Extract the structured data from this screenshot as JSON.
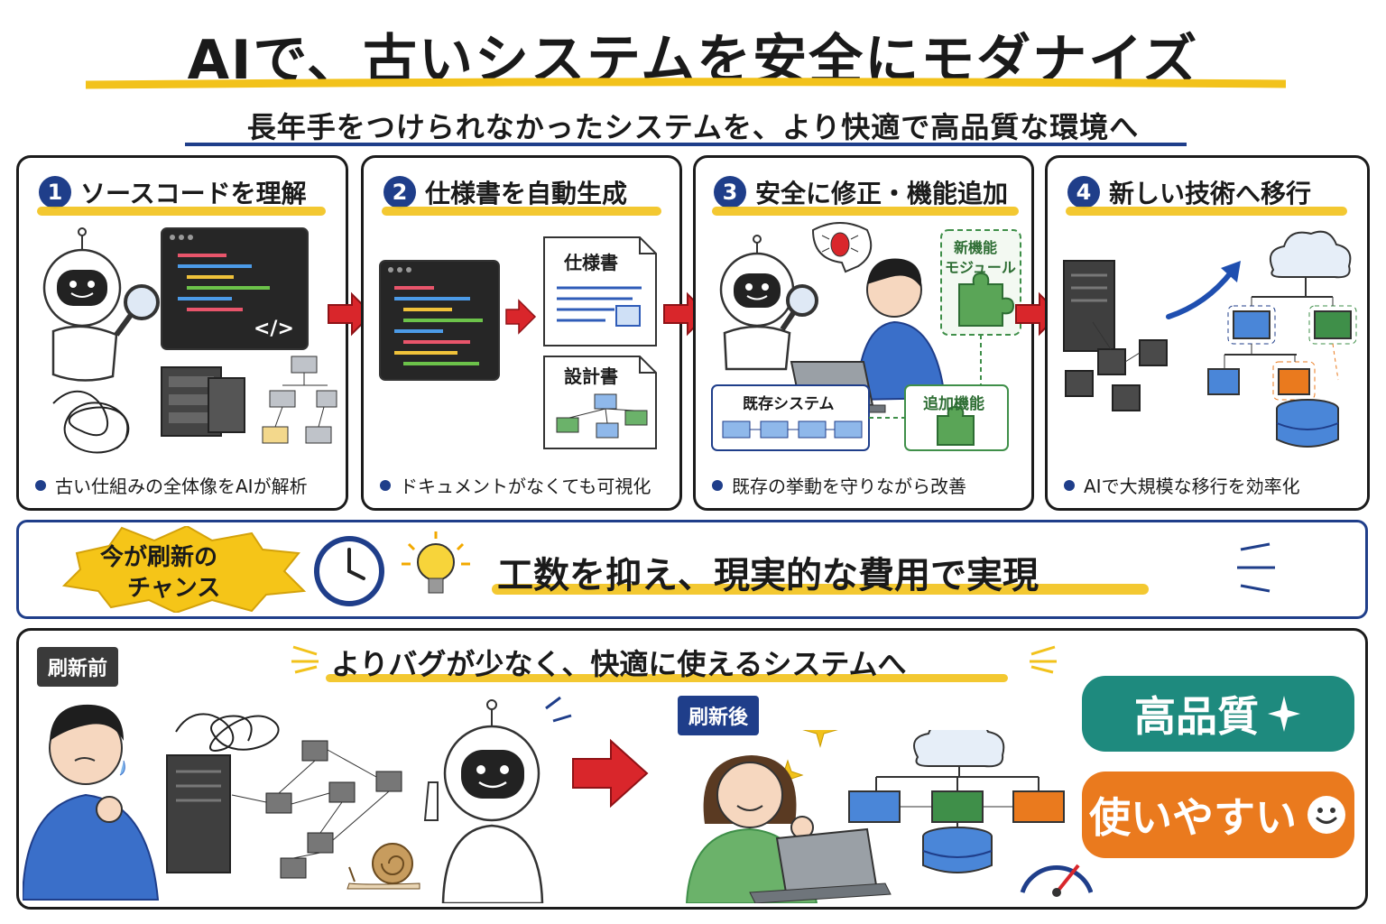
{
  "header": {
    "title": "AIで、古いシステムを安全にモダナイズ",
    "subtitle": "長年手をつけられなかったシステムを、より快適で高品質な環境へ"
  },
  "steps": [
    {
      "num": "1",
      "label": "ソースコードを理解",
      "bullet": "古い仕組みの全体像をAIが解析"
    },
    {
      "num": "2",
      "label": "仕様書を自動生成",
      "bullet": "ドキュメントがなくても可視化",
      "doc1": "仕様書",
      "doc2": "設計書"
    },
    {
      "num": "3",
      "label": "安全に修正・機能追加",
      "bullet": "既存の挙動を守りながら改善",
      "new_module": "新機能\nモジュール",
      "new_module_l1": "新機能",
      "new_module_l2": "モジュール",
      "existing": "既存システム",
      "added": "追加機能"
    },
    {
      "num": "4",
      "label": "新しい技術へ移行",
      "bullet": "AIで大規模な移行を効率化"
    }
  ],
  "banner": {
    "burst_line1": "今が刷新の",
    "burst_line2": "チャンス",
    "message": "工数を抑え、現実的な費用で実現"
  },
  "bottom": {
    "before_badge": "刷新前",
    "after_badge": "刷新後",
    "headline": "よりバグが少なく、快適に使えるシステムへ",
    "pill_quality": "高品質",
    "pill_usable": "使いやすい"
  },
  "colors": {
    "navy": "#1f3e8a",
    "yellow": "#f2c21b",
    "red_arrow": "#d9262b",
    "teal": "#1e8a7e",
    "orange": "#ea7a1e",
    "green": "#3f8f49",
    "blue_box": "#4a86d8"
  },
  "icons": [
    "robot-icon",
    "magnifier-icon",
    "code-window-icon",
    "server-icon",
    "cloud-icon",
    "bug-icon",
    "puzzle-icon",
    "clock-icon",
    "lightbulb-icon",
    "snail-icon",
    "speedometer-icon",
    "smiley-icon",
    "sparkle-icon"
  ]
}
